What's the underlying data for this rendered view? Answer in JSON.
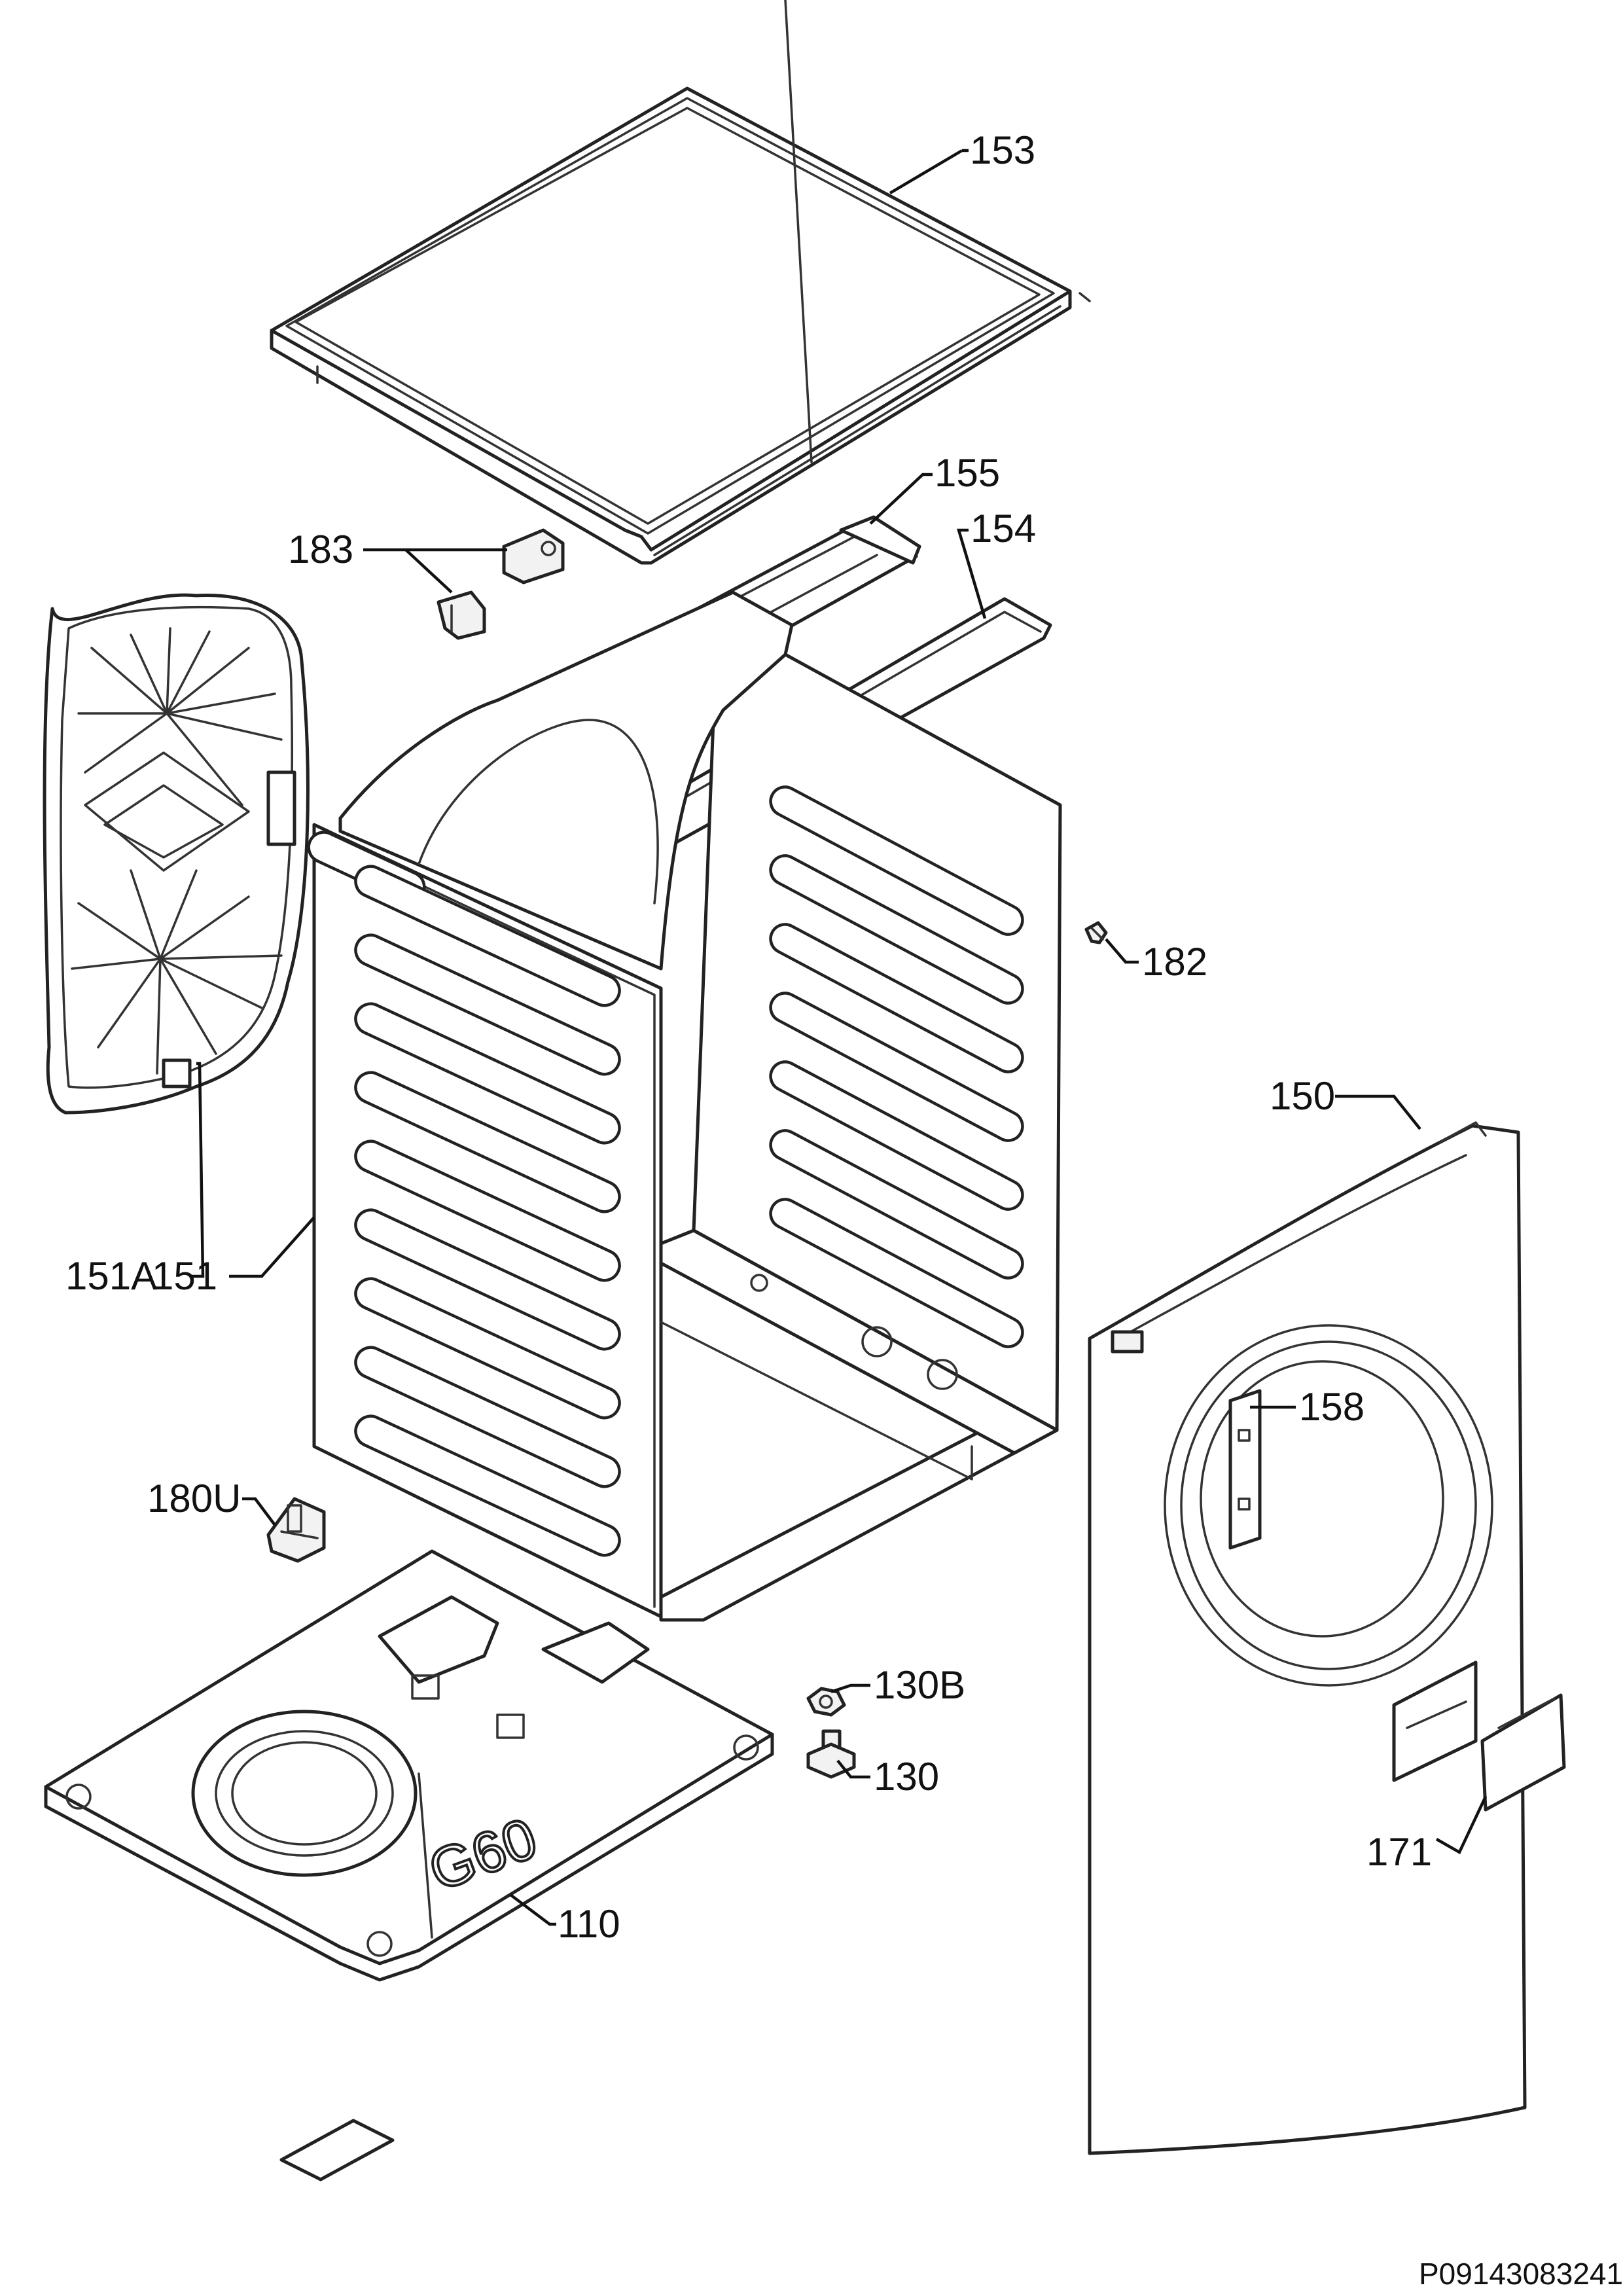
{
  "diagram": {
    "part_labels": {
      "top_cover": "153",
      "upper_rail_front": "155",
      "upper_rail_rear": "154",
      "hinge_bracket": "183",
      "inner_door_frame": "151A",
      "side_panel": "151",
      "screw": "182",
      "front_panel": "150",
      "door_lock_plate": "158",
      "base_clip": "180U",
      "base_plate": "110",
      "foot_nut": "130B",
      "adjustable_foot": "130",
      "filter_cover": "171"
    },
    "embossed_text": "G60",
    "drawing_code": "P09143083241"
  }
}
